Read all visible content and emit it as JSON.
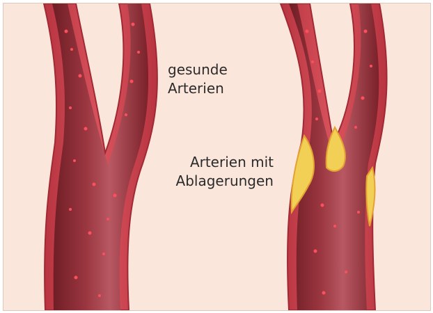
{
  "labels": {
    "healthy": [
      "gesunde",
      "Arterien"
    ],
    "plaque": [
      "Arterien mit",
      "Ablagerungen"
    ]
  },
  "colors": {
    "background": "#fbe6dc",
    "vessel_wall": "#c9404a",
    "vessel_wall_outline": "#a02a34",
    "lumen": "#8e2a33",
    "lumen_highlight": "#b9505a",
    "blood_cell": "#ff4e5c",
    "plaque": "#f2cf55",
    "plaque_outline": "#e3a232"
  }
}
